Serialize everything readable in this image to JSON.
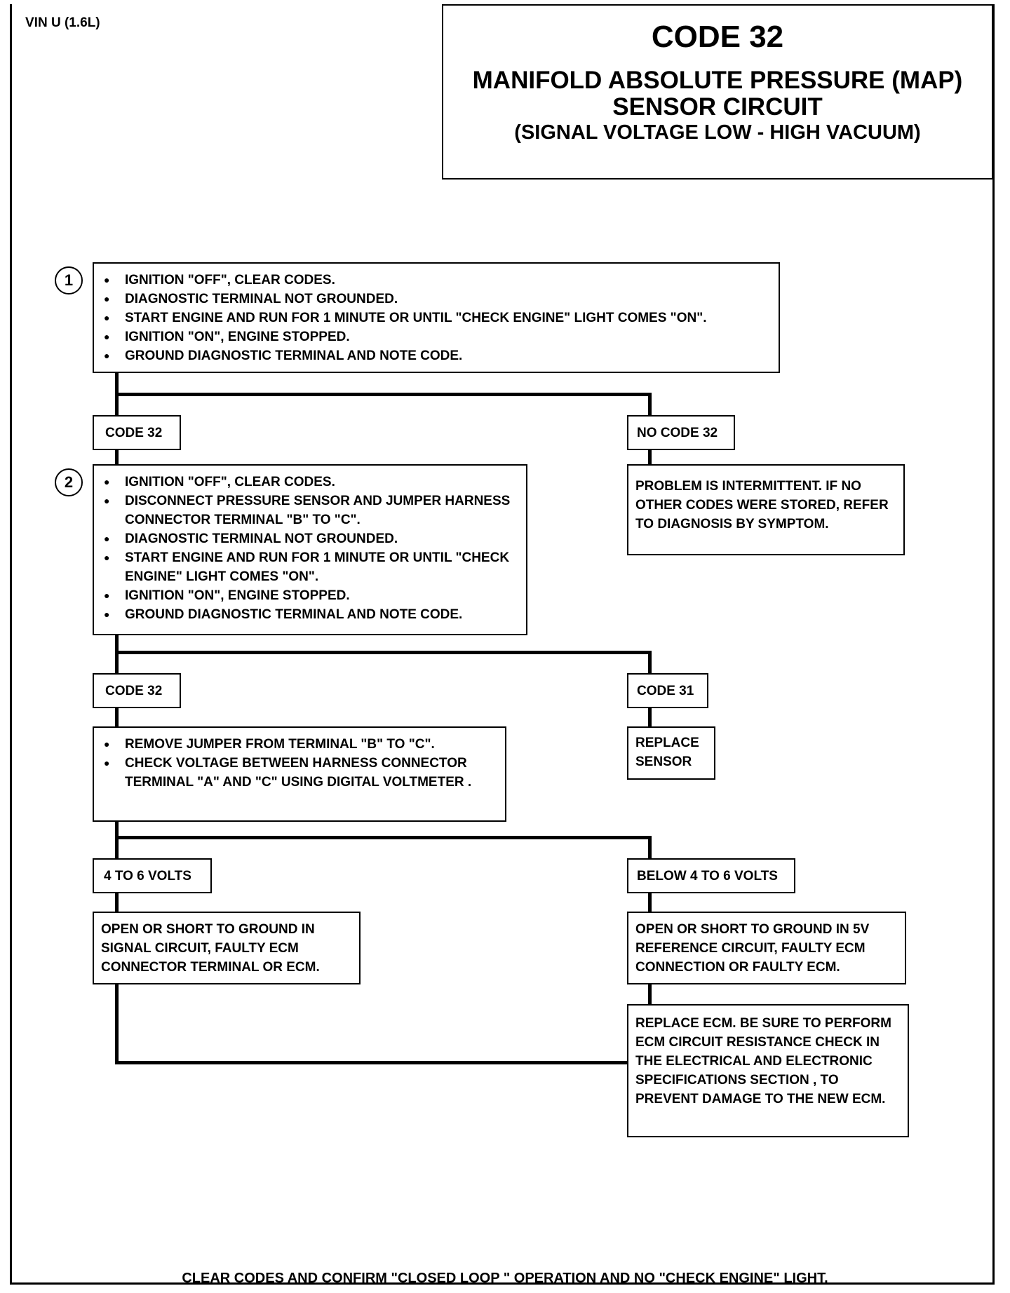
{
  "header": {
    "vin": "VIN U (1.6L)",
    "code": "CODE 32",
    "title_line1": "MANIFOLD ABSOLUTE PRESSURE (MAP)",
    "title_line2": "SENSOR CIRCUIT",
    "title_line3": "(SIGNAL VOLTAGE LOW  -  HIGH VACUUM)"
  },
  "steps": [
    {
      "number": "1",
      "bullets": [
        "IGNITION \"OFF\", CLEAR CODES.",
        "DIAGNOSTIC TERMINAL NOT GROUNDED.",
        "START ENGINE  AND RUN FOR 1 MINUTE OR UNTIL \"CHECK ENGINE\" LIGHT COMES \"ON\".",
        "IGNITION \"ON\", ENGINE STOPPED.",
        "GROUND DIAGNOSTIC TERMINAL AND NOTE CODE."
      ]
    },
    {
      "number": "2",
      "bullets": [
        "IGNITION \"OFF\", CLEAR CODES.",
        "DISCONNECT PRESSURE SENSOR AND JUMPER HARNESS CONNECTOR TERMINAL \"B\" TO \"C\".",
        "DIAGNOSTIC TERMINAL NOT GROUNDED.",
        "START  ENGINE AND RUN FOR 1 MINUTE OR UNTIL \"CHECK ENGINE\" LIGHT COMES \"ON\".",
        "IGNITION \"ON\", ENGINE STOPPED.",
        "GROUND DIAGNOSTIC TERMINAL AND NOTE CODE."
      ]
    }
  ],
  "branch1": {
    "left_label": "CODE 32",
    "right_label": "NO CODE 32",
    "right_result": "PROBLEM IS INTERMITTENT.  IF NO OTHER CODES WERE STORED, REFER TO DIAGNOSIS BY SYMPTOM."
  },
  "branch2": {
    "left_label": "CODE 32",
    "right_label": "CODE 31",
    "right_result": "REPLACE SENSOR",
    "left_bullets": [
      "REMOVE JUMPER FROM TERMINAL \"B\" TO \"C\".",
      "CHECK VOLTAGE BETWEEN HARNESS CONNECTOR TERMINAL \"A\" AND \"C\" USING DIGITAL VOLTMETER ."
    ]
  },
  "branch3": {
    "left_label": "4 TO 6 VOLTS",
    "right_label": "BELOW 4 TO 6 VOLTS",
    "left_result": "OPEN OR SHORT TO GROUND IN SIGNAL CIRCUIT, FAULTY ECM CONNECTOR TERMINAL OR ECM.",
    "right_result": "OPEN OR SHORT TO GROUND IN 5V REFERENCE CIRCUIT, FAULTY ECM CONNECTION OR FAULTY ECM.",
    "final_action": "REPLACE ECM.  BE SURE TO PERFORM ECM CIRCUIT RESISTANCE CHECK IN THE ELECTRICAL AND ELECTRONIC SPECIFICATIONS SECTION , TO PREVENT DAMAGE TO THE NEW ECM."
  },
  "footer": "CLEAR CODES AND CONFIRM \"CLOSED LOOP \" OPERATION AND NO \"CHECK ENGINE\" LIGHT."
}
